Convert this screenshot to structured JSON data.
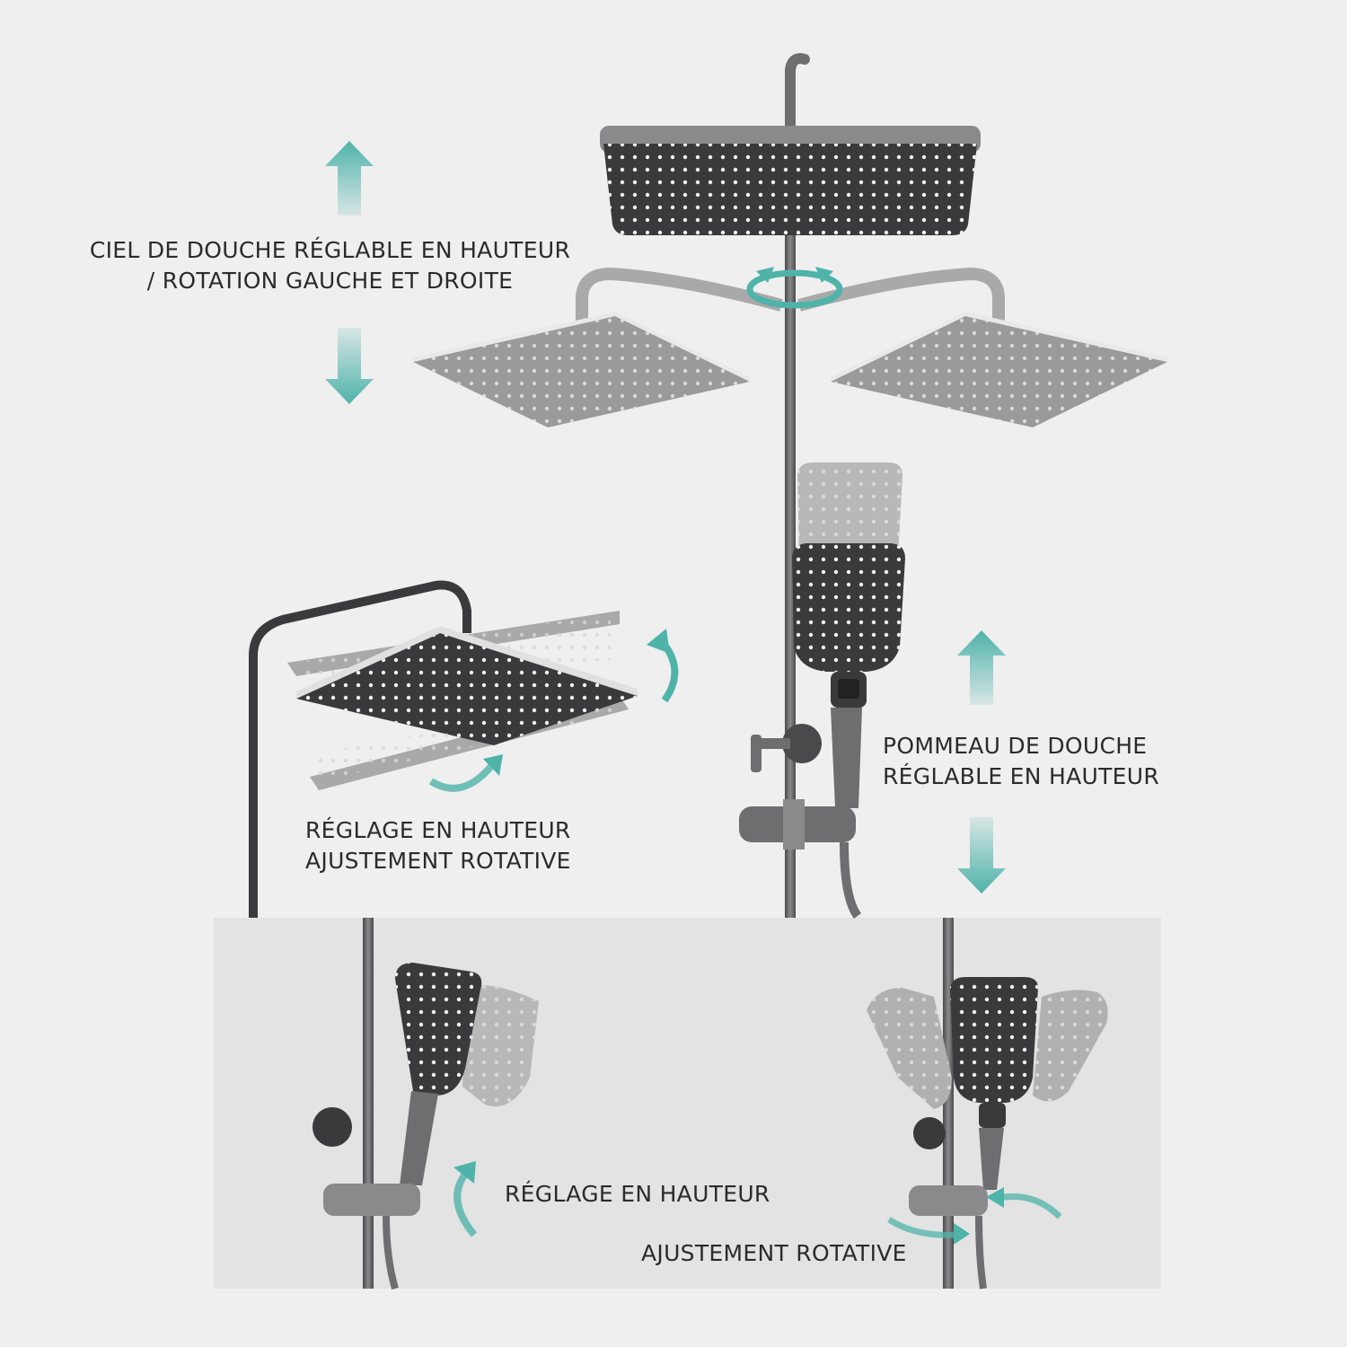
{
  "labels": {
    "top_line1": "CIEL DE DOUCHE RÉGLABLE EN HAUTEUR",
    "top_line2": "/ ROTATION GAUCHE ET DROITE",
    "mid_left_line1": "RÉGLAGE EN HAUTEUR",
    "mid_left_line2": "AJUSTEMENT ROTATIVE",
    "mid_right_line1": "POMMEAU DE DOUCHE",
    "mid_right_line2": "RÉGLABLE EN HAUTEUR",
    "bottom_left": "RÉGLAGE EN HAUTEUR",
    "bottom_right": "AJUSTEMENT ROTATIVE"
  },
  "colors": {
    "background": "#efefef",
    "inset_panel": "#e3e3e3",
    "arrow_teal": "#4fb3aa",
    "metal_dark": "#3a3a3c",
    "metal_gunmetal": "#6e6e70",
    "ghost_gray": "#a9a9a9",
    "text": "#2b2b2b"
  },
  "icons": [
    "arrow-up-icon",
    "arrow-down-icon",
    "rotate-left-right-icon",
    "tilt-arrow-icon",
    "curved-arrow-icon"
  ]
}
